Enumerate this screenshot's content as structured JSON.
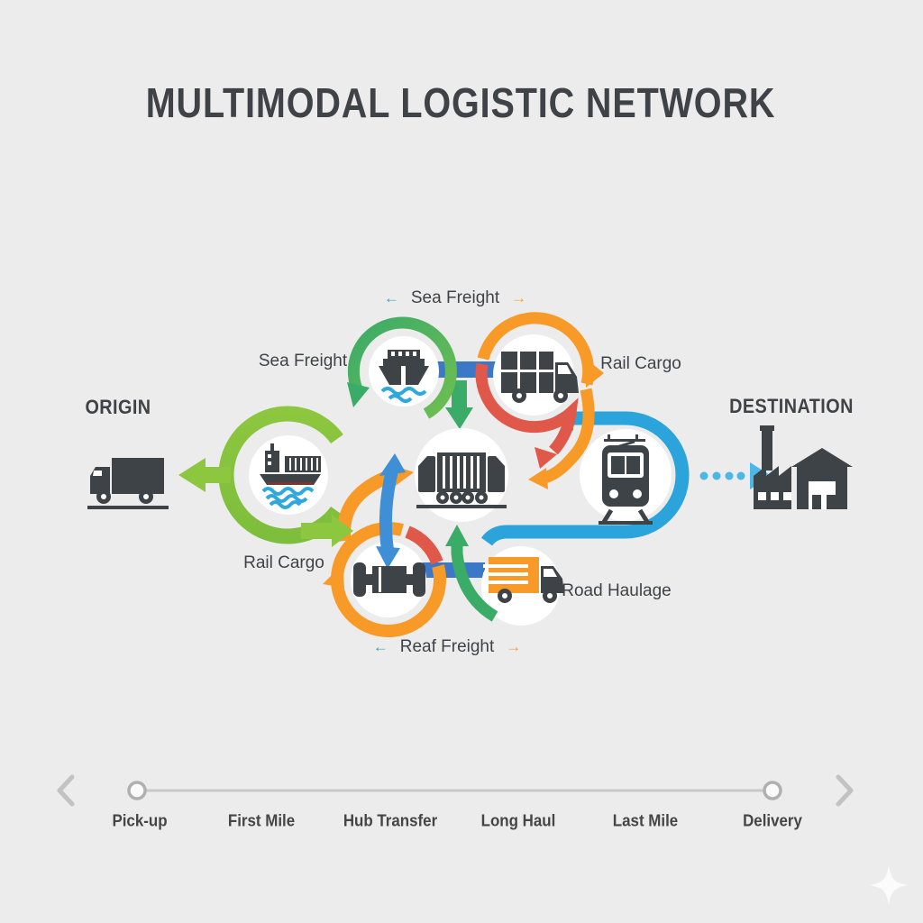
{
  "title": "MULTIMODAL LOGISTIC NETWORK",
  "endpoints": {
    "origin": "ORIGIN",
    "destination": "DESTINATION"
  },
  "routes": {
    "top": "Sea Freight",
    "bottom": "Reaf Freight"
  },
  "node_labels": {
    "sea_freight": "Sea Freight",
    "rail_cargo_top": "Rail Cargo",
    "rail_cargo_bottom": "Rail Cargo",
    "road_haulage": "Road Haulage"
  },
  "arrows": {
    "left": "←",
    "right": "→"
  },
  "icons": {
    "origin": "origin-truck-icon",
    "destination": "factory-warehouse-icon",
    "sea_freight_top_node": "cruise-ship-icon",
    "rail_cargo_top_node": "box-truck-icon",
    "sea_freight_mid_node": "container-ship-icon",
    "hub_node": "freight-train-icon",
    "rail_right_node": "train-front-icon",
    "rail_cargo_bottom_node": "wheel-axle-icon",
    "road_haulage_node": "delivery-truck-icon",
    "timeline_prev": "chevron-left-icon",
    "timeline_next": "chevron-right-icon",
    "corner": "sparkle-icon"
  },
  "timeline": {
    "steps": [
      "Pick-up",
      "First Mile",
      "Hub Transfer",
      "Long Haul",
      "Last Mile",
      "Delivery"
    ]
  },
  "colors": {
    "background": "#ECECEC",
    "lime": "#8DC63F",
    "green": "#3BAB68",
    "orange": "#F79A28",
    "red": "#E0584A",
    "blue_bright": "#2BA3DB",
    "blue_royal": "#3C78C8",
    "blue_light": "#4BB7E5",
    "icon_dark": "#3E4347",
    "text_dark": "#3F4347",
    "timeline_gray": "#C2C2C2"
  }
}
